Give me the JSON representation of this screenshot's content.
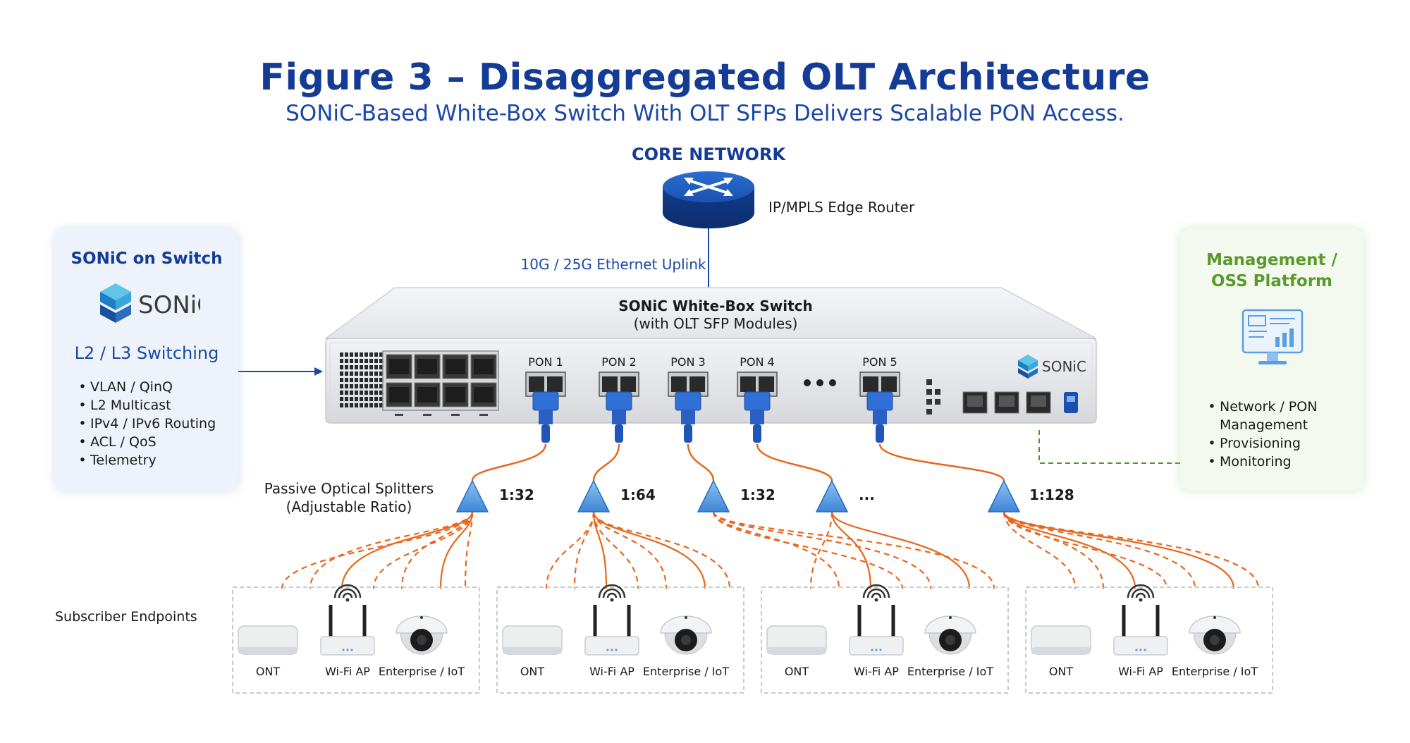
{
  "title": "Figure 3 – Disaggregated OLT Architecture",
  "subtitle": "SONiC-Based White-Box Switch With OLT SFPs Delivers Scalable PON Access.",
  "core": {
    "label": "CORE NETWORK",
    "router_label": "IP/MPLS Edge Router",
    "uplink_label": "10G / 25G Ethernet Uplink"
  },
  "sonic_panel": {
    "title": "SONiC on Switch",
    "logo_text": "SONiC",
    "subtitle": "L2 / L3 Switching",
    "features": [
      "VLAN / QinQ",
      "L2 Multicast",
      "IPv4 / IPv6 Routing",
      "ACL / QoS",
      "Telemetry"
    ]
  },
  "switch": {
    "title": "SONiC White-Box Switch",
    "subtitle": "(with OLT SFP Modules)",
    "logo_text": "SONiC",
    "ports": [
      "PON 1",
      "PON 2",
      "PON 3",
      "PON 4",
      "PON 5"
    ],
    "ellipsis": "• • •"
  },
  "management": {
    "title_line1": "Management /",
    "title_line2": "OSS Platform",
    "features": [
      "Network / PON",
      "Management",
      "Provisioning",
      "Monitoring"
    ]
  },
  "splitters": {
    "caption_line1": "Passive Optical Splitters",
    "caption_line2": "(Adjustable Ratio)",
    "ratios": [
      "1:32",
      "1:64",
      "1:32",
      "...",
      "1:128"
    ]
  },
  "subscribers": {
    "label": "Subscriber Endpoints",
    "groups": [
      [
        "ONT",
        "Wi-Fi AP",
        "Enterprise / IoT"
      ],
      [
        "ONT",
        "Wi-Fi AP",
        "Enterprise / IoT"
      ],
      [
        "ONT",
        "Wi-Fi AP",
        "Enterprise / IoT"
      ],
      [
        "ONT",
        "Wi-Fi AP",
        "Enterprise / IoT"
      ]
    ]
  },
  "colors": {
    "title_blue": "#143c96",
    "fiber_orange": "#e8661c",
    "splitter_blue": "#5b9ee0",
    "mgmt_green": "#5a9a2c",
    "connector_blue": "#2f6fd6"
  },
  "icons": [
    "router-icon",
    "sonic-logo-icon",
    "dashboard-monitor-icon",
    "splitter-icon",
    "ont-icon",
    "wifi-ap-icon",
    "camera-icon"
  ]
}
